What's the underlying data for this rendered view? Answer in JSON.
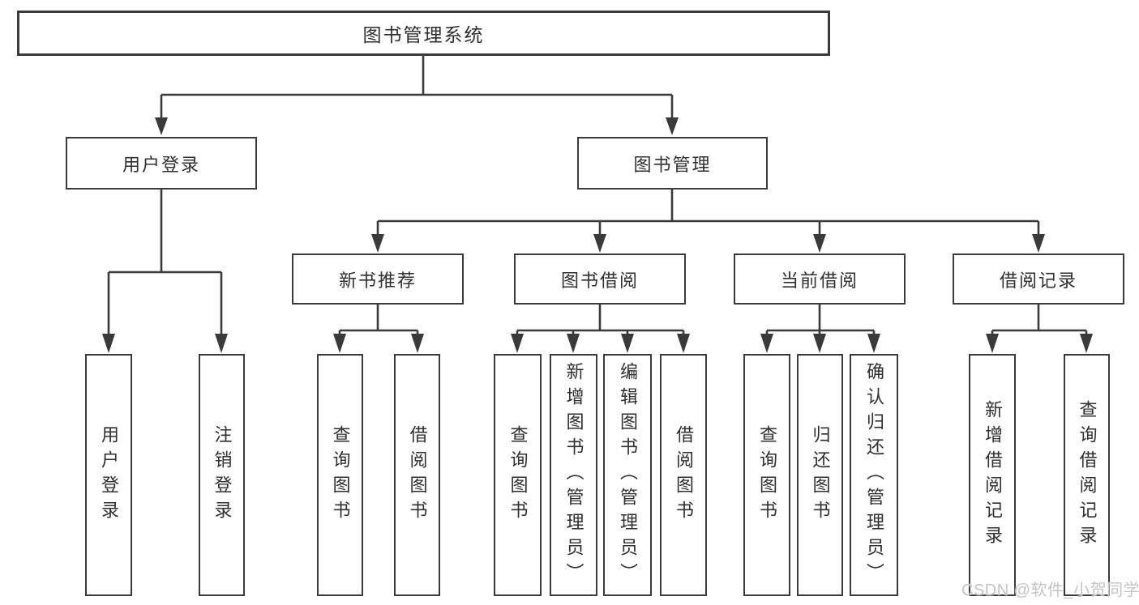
{
  "tree": {
    "label": "图书管理系统",
    "children": [
      {
        "label": "用户登录",
        "children": [
          {
            "label": "用户登录"
          },
          {
            "label": "注销登录"
          }
        ]
      },
      {
        "label": "图书管理",
        "children": [
          {
            "label": "新书推荐",
            "children": [
              {
                "label": "查询图书"
              },
              {
                "label": "借阅图书"
              }
            ]
          },
          {
            "label": "图书借阅",
            "children": [
              {
                "label": "查询图书"
              },
              {
                "label": "新增图书（管理员）"
              },
              {
                "label": "编辑图书（管理员）"
              },
              {
                "label": "借阅图书"
              }
            ]
          },
          {
            "label": "当前借阅",
            "children": [
              {
                "label": "查询图书"
              },
              {
                "label": "归还图书"
              },
              {
                "label": "确认归还（管理员）"
              }
            ]
          },
          {
            "label": "借阅记录",
            "children": [
              {
                "label": "新增借阅记录"
              },
              {
                "label": "查询借阅记录"
              }
            ]
          }
        ]
      }
    ]
  },
  "watermark": "CSDN @软件_小贺同学",
  "colors": {
    "background": "#ffffff",
    "line": "#3a3a3a",
    "box_border": "#3a3a3a",
    "box_fill": "#ffffff",
    "text": "#2f2f2f",
    "watermark_text": "#c4c4c4"
  }
}
